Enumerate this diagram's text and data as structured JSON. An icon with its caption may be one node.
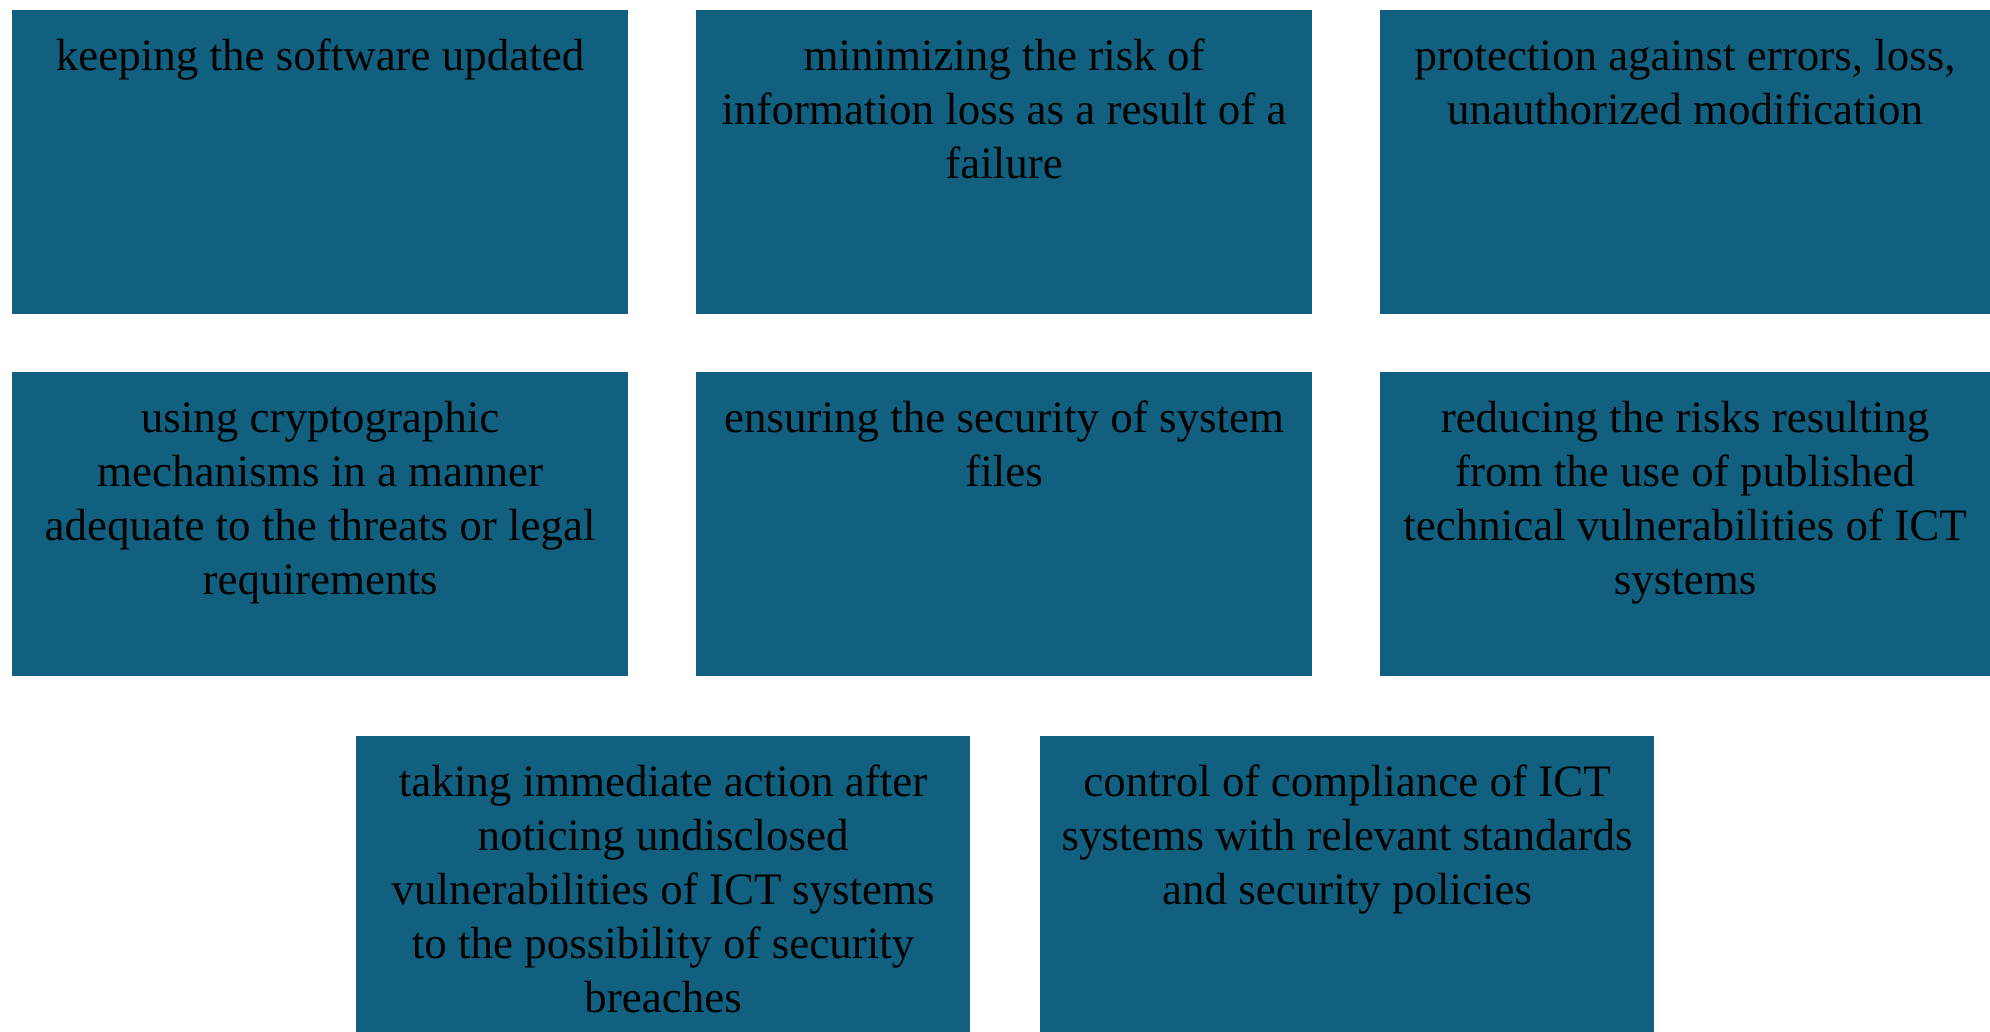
{
  "diagram": {
    "nodes": [
      {
        "text": [
          "keeping the software updated"
        ]
      },
      {
        "text": [
          "minimizing the risk of information loss as a result of a failure"
        ]
      },
      {
        "text": [
          "protection against errors, loss, unauthorized modification"
        ]
      },
      {
        "text": [
          "using cryptographic mechanisms in a manner adequate to the threats or legal requirements"
        ]
      },
      {
        "text": [
          "ensuring the security of system files"
        ]
      },
      {
        "text": [
          "reducing the risks resulting from the use of published technical vulnerabilities of ICT systems"
        ]
      },
      {
        "text": [
          "taking immediate action after noticing undisclosed vulnerabilities of ICT systems to the possibility of security breaches"
        ]
      },
      {
        "text": [
          "control of compliance of ICT systems with relevant standards and security policies"
        ]
      }
    ]
  }
}
